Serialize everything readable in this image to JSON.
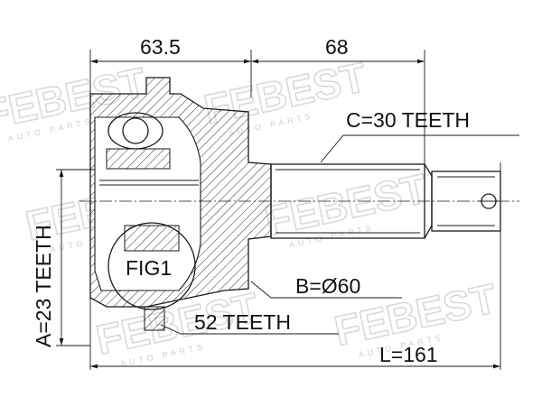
{
  "watermark": {
    "brand": "FEBEST",
    "subtext": "AUTO PARTS"
  },
  "dimensions": {
    "outer_length": "63.5",
    "shaft_length": "68",
    "spline_c": "C=30 TEETH",
    "spline_a": "A=23 TEETH",
    "diameter_b": "B=Ø60",
    "abs_ring": "52 TEETH",
    "total_length": "L=161"
  },
  "detail_label": "FIG1"
}
